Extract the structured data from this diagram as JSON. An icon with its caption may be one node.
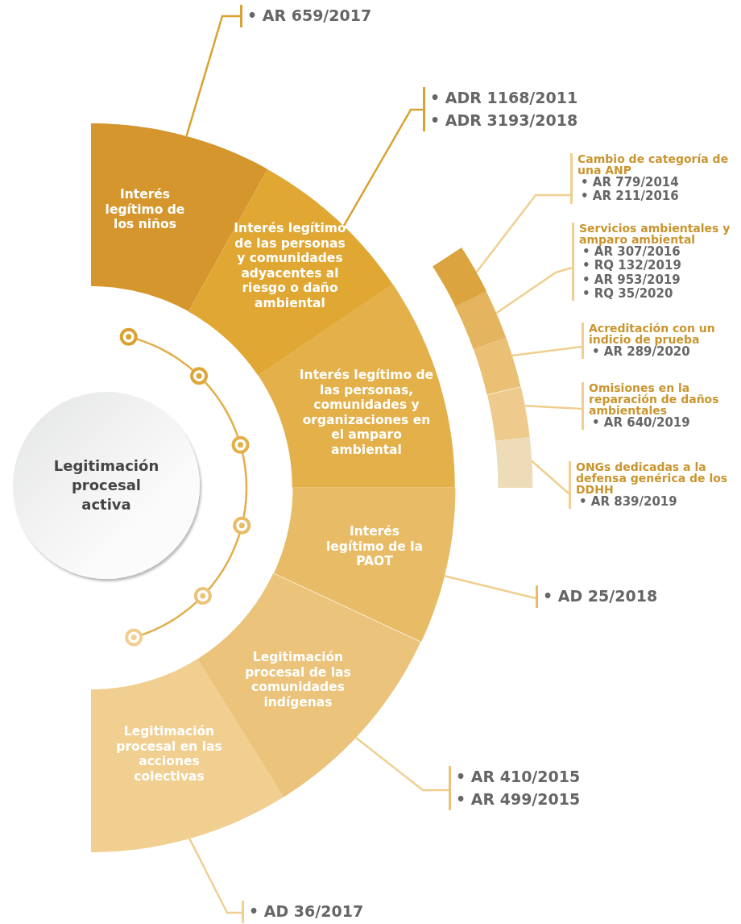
{
  "diagram": {
    "nodes": [
      {
        "text": [
          "Legitimación procesal activa"
        ]
      },
      {
        "text": [
          "Interés legítimo de los niños"
        ]
      },
      {
        "text": [
          "Interés legítimo de las personas y comunidades adyacentes al riesgo o daño ambiental"
        ]
      },
      {
        "text": [
          "Interés legítimo de las personas, comunidades y organizaciones en el amparo ambiental"
        ]
      },
      {
        "text": [
          "Interés legítimo de la PAOT"
        ]
      },
      {
        "text": [
          "Legitimación procesal de las comunidades indígenas"
        ]
      },
      {
        "text": [
          "Legitimación procesal en las acciones colectivas"
        ]
      },
      {
        "text": [],
        "shape": "bar"
      },
      {
        "text": [],
        "shape": "bar"
      },
      {
        "text": [],
        "shape": "bar"
      },
      {
        "text": [],
        "shape": "bar"
      },
      {
        "text": [],
        "shape": "bar"
      },
      {
        "text": [
          "• AR 659/2017"
        ]
      },
      {
        "text": [
          "• ADR 1168/2011",
          "• ADR 3193/2018"
        ]
      },
      {
        "text": [
          "Cambio de categoría de una ANP",
          "• AR 779/2014",
          "• AR 211/2016"
        ]
      },
      {
        "text": [
          "Servicios ambientales y amparo ambiental",
          "• AR 307/2016",
          "• RQ 132/2019",
          "• AR 953/2019",
          "• RQ 35/2020"
        ]
      },
      {
        "text": [
          "Acreditación con un indicio de prueba",
          "• AR 289/2020"
        ]
      },
      {
        "text": [
          "Omisiones en la reparación de daños ambientales",
          "• AR 640/2019"
        ]
      },
      {
        "text": [
          "ONGs dedicadas a la defensa genérica de los DDHH",
          "• AR 839/2019"
        ]
      },
      {
        "text": [
          "• AD 25/2018"
        ]
      },
      {
        "text": [
          "• AR 410/2015",
          "• AR 499/2015"
        ]
      },
      {
        "text": [
          "• AD 36/2017"
        ]
      }
    ],
    "edges": [
      {
        "from": 1,
        "to": 12,
        "arrow": "none",
        "color": "#d9a232"
      },
      {
        "from": 2,
        "to": 13,
        "arrow": "none",
        "color": "#d9a232"
      },
      {
        "from": 7,
        "to": 14,
        "arrow": "none"
      },
      {
        "from": 8,
        "to": 15,
        "arrow": "none"
      },
      {
        "from": 9,
        "to": 16,
        "arrow": "none"
      },
      {
        "from": 10,
        "to": 17,
        "arrow": "none"
      },
      {
        "from": 11,
        "to": 18,
        "arrow": "none"
      },
      {
        "from": 4,
        "to": 19,
        "arrow": "none"
      },
      {
        "from": 5,
        "to": 20,
        "arrow": "none"
      },
      {
        "from": 6,
        "to": 21,
        "arrow": "none"
      }
    ]
  }
}
